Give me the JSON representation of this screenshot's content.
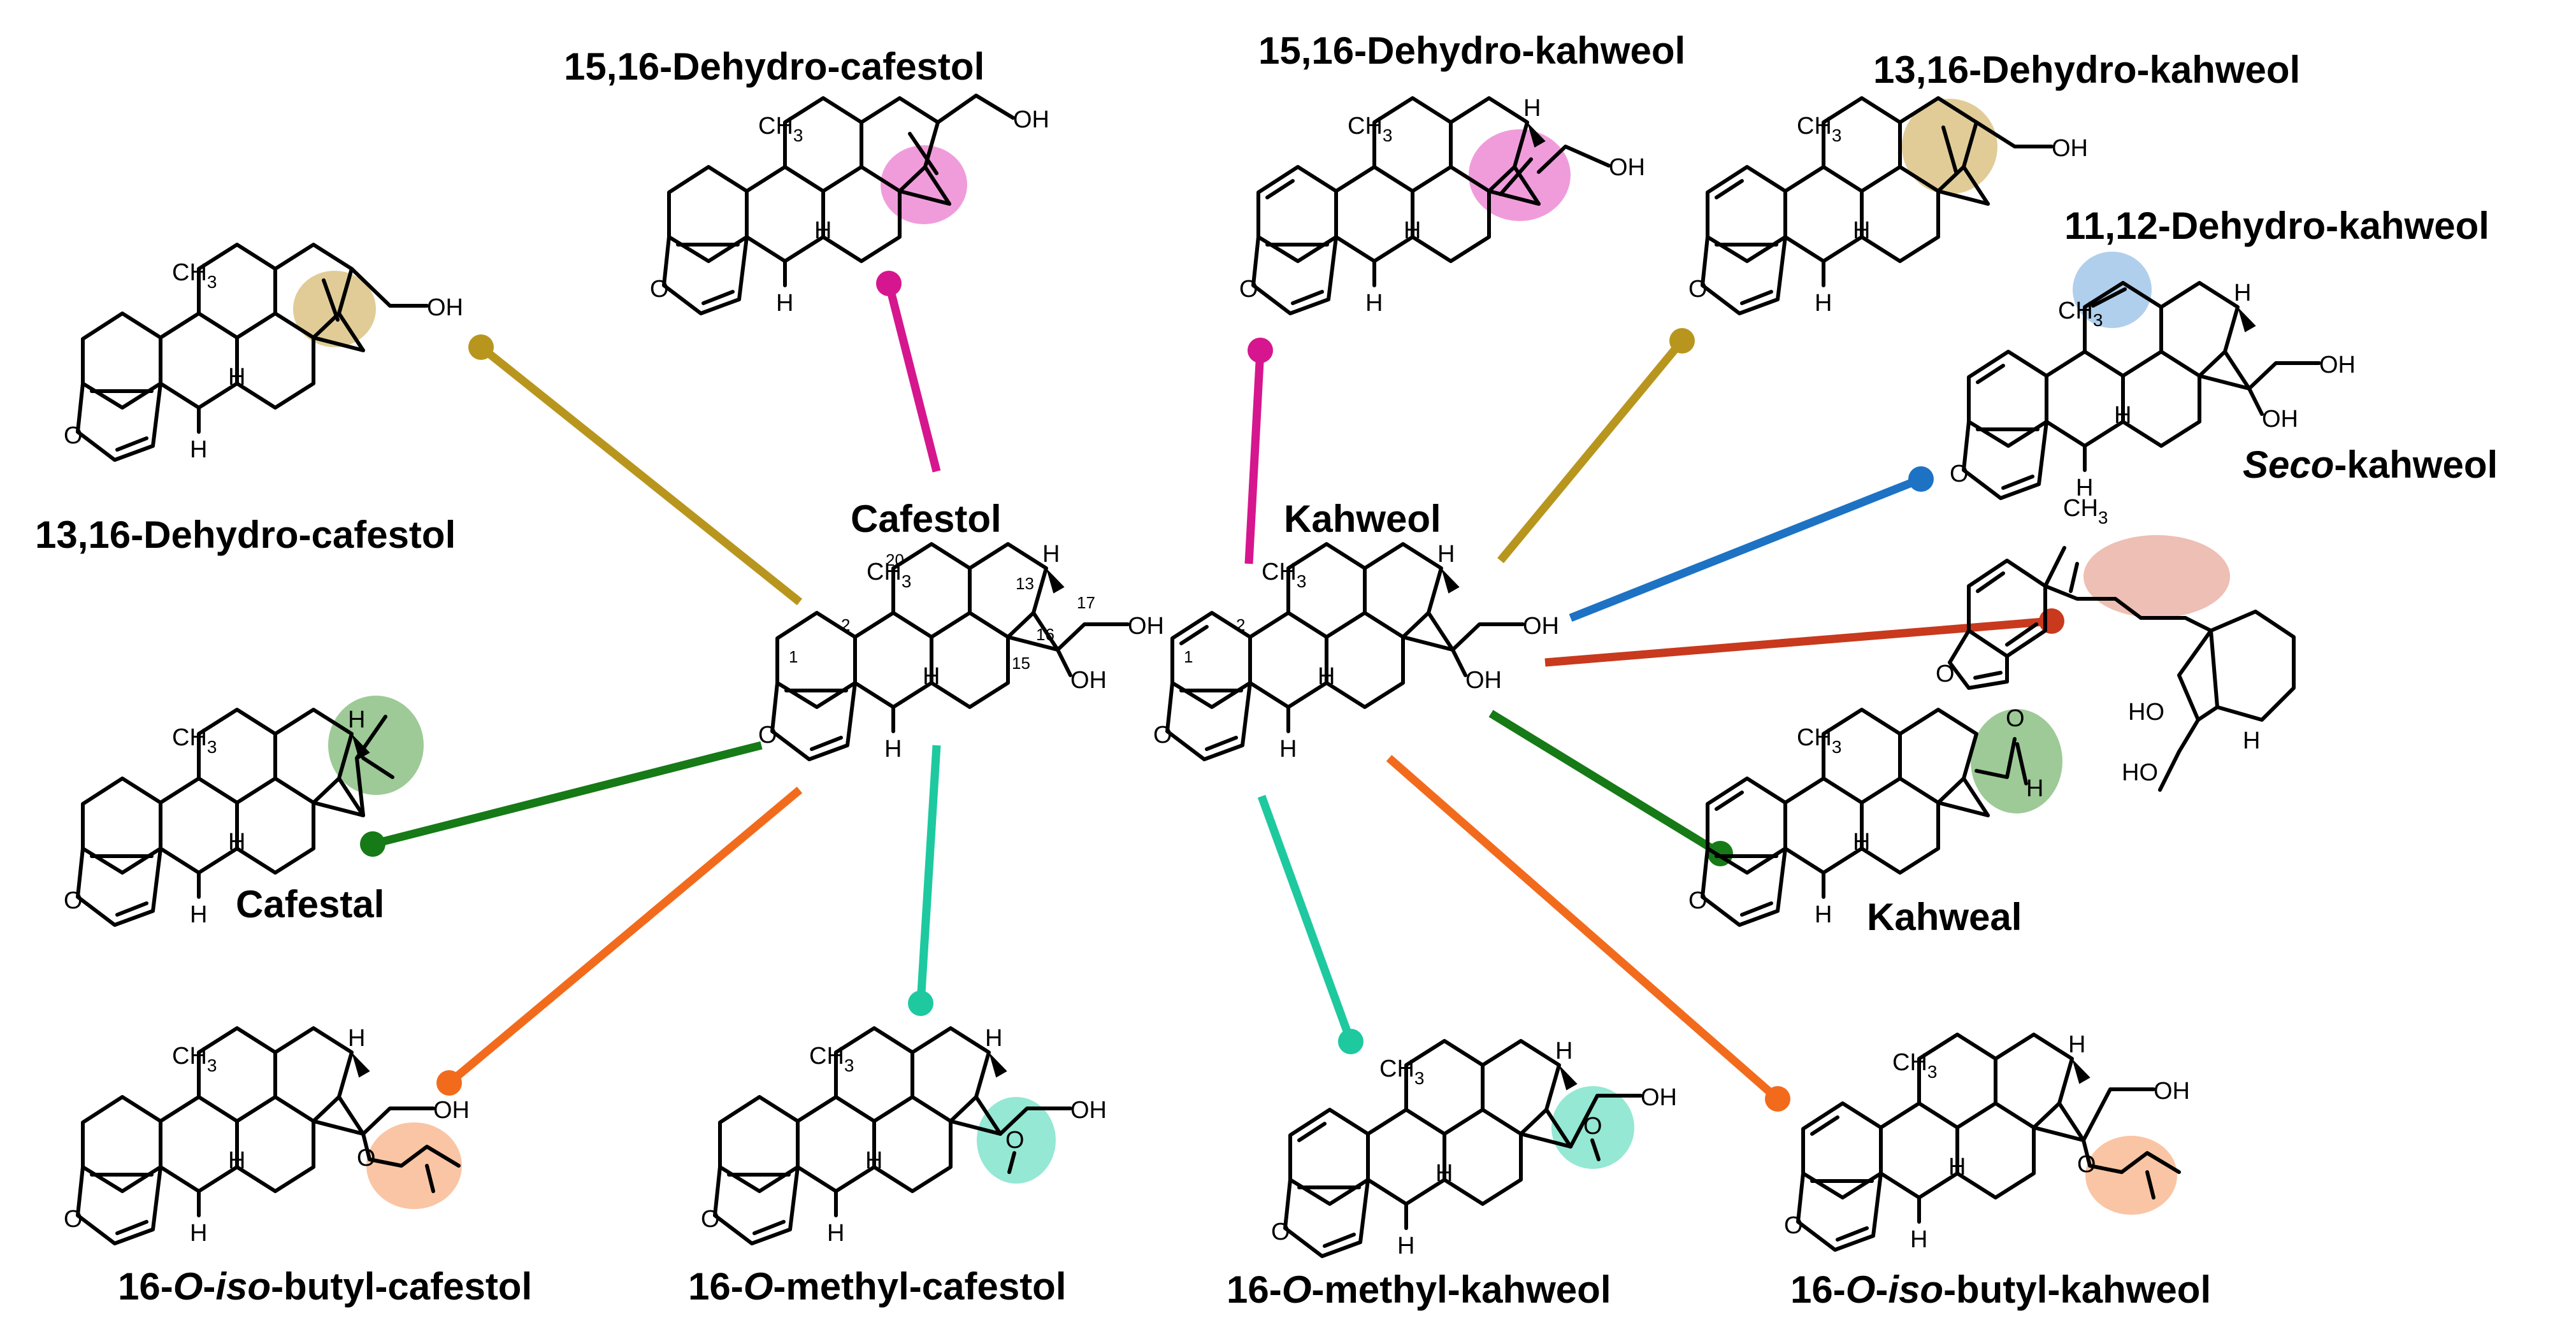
{
  "compounds": {
    "cafestol": "Cafestol",
    "kahweol": "Kahweol",
    "dh1516_cafestol": "15,16-Dehydro-cafestol",
    "dh1516_kahweol": "15,16-Dehydro-kahweol",
    "dh1316_kahweol": "13,16-Dehydro-kahweol",
    "dh1112_kahweol": "11,12-Dehydro-kahweol",
    "seco_kahweol": {
      "italic": "Seco",
      "rest": "-kahweol"
    },
    "dh1316_cafestol": "13,16-Dehydro-cafestol",
    "cafestal": "Cafestal",
    "kahweal": "Kahweal",
    "isobutyl_cafestol": {
      "a": "16-",
      "b": "O",
      "c": "-",
      "d": "iso",
      "e": "-butyl-cafestol"
    },
    "methyl_cafestol": {
      "a": "16-",
      "b": "O",
      "c": "-methyl-cafestol"
    },
    "methyl_kahweol": {
      "a": "16-",
      "b": "O",
      "c": "-methyl-kahweol"
    },
    "isobutyl_kahweol": {
      "a": "16-",
      "b": "O",
      "c": "-",
      "d": "iso",
      "e": "-butyl-kahweol"
    }
  },
  "atoms": {
    "oxygen": "O",
    "hydrogen": "H",
    "methyl": "CH",
    "methyl_sub": "3",
    "hydroxyl": "OH",
    "hydroxyl_left": "HO"
  },
  "numbering": [
    "1",
    "2",
    "20",
    "13",
    "16",
    "17",
    "15"
  ],
  "colors": {
    "olive": "#b8961e",
    "magenta": "#d6168e",
    "blue": "#1d72c4",
    "red": "#c8391e",
    "green": "#167a16",
    "orange": "#f26b1c",
    "teal": "#1ec9a0"
  }
}
